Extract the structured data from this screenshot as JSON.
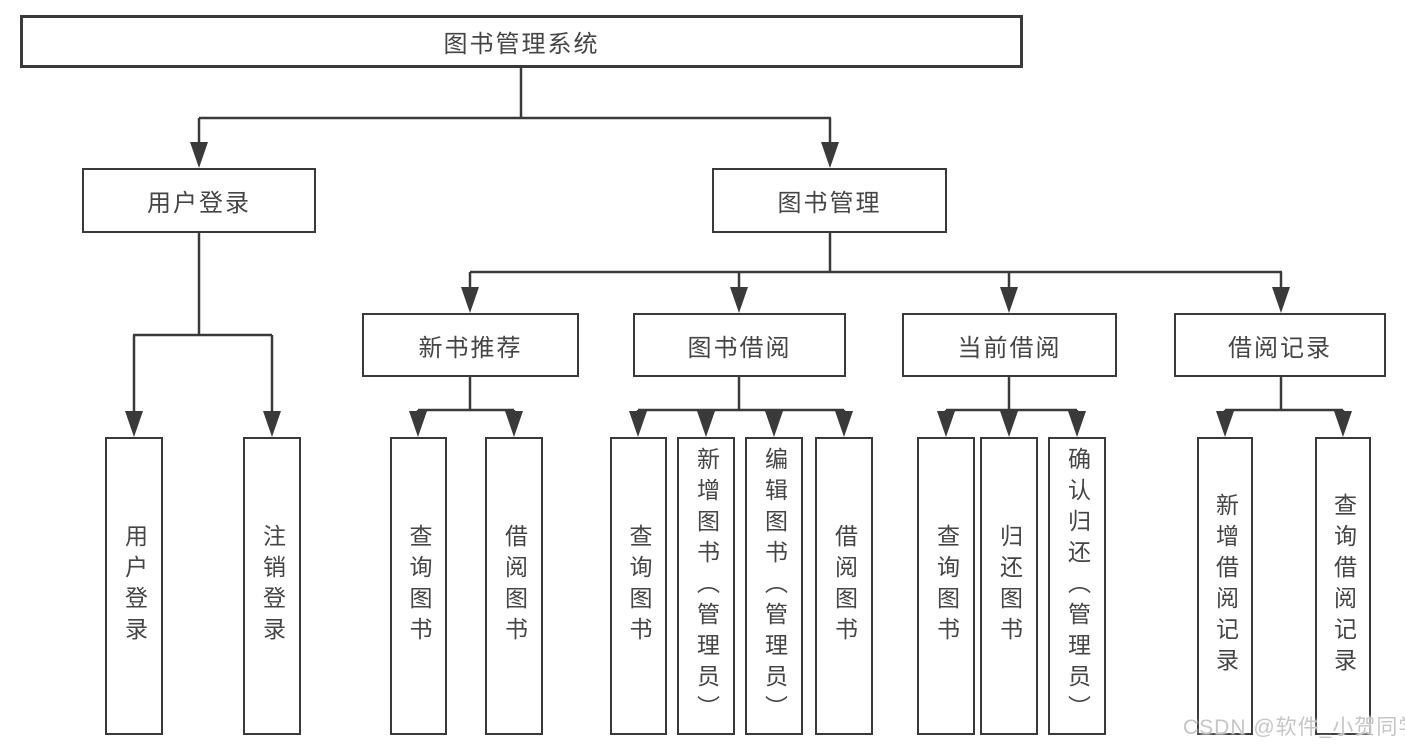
{
  "diagram": {
    "root": {
      "label": "图书管理系统"
    },
    "level2": [
      {
        "label": "用户登录",
        "parent": "图书管理系统"
      },
      {
        "label": "图书管理",
        "parent": "图书管理系统"
      }
    ],
    "level3": [
      {
        "label": "新书推荐",
        "parent": "图书管理"
      },
      {
        "label": "图书借阅",
        "parent": "图书管理"
      },
      {
        "label": "当前借阅",
        "parent": "图书管理"
      },
      {
        "label": "借阅记录",
        "parent": "图书管理"
      }
    ],
    "leaves": [
      {
        "label": "用户登录",
        "parent": "用户登录"
      },
      {
        "label": "注销登录",
        "parent": "用户登录"
      },
      {
        "label": "查询图书",
        "parent": "新书推荐"
      },
      {
        "label": "借阅图书",
        "parent": "新书推荐"
      },
      {
        "label": "查询图书",
        "parent": "图书借阅"
      },
      {
        "label": "新增图书（管理员）",
        "parent": "图书借阅"
      },
      {
        "label": "编辑图书（管理员）",
        "parent": "图书借阅"
      },
      {
        "label": "借阅图书",
        "parent": "图书借阅"
      },
      {
        "label": "查询图书",
        "parent": "当前借阅"
      },
      {
        "label": "归还图书",
        "parent": "当前借阅"
      },
      {
        "label": "确认归还（管理员）",
        "parent": "当前借阅"
      },
      {
        "label": "新增借阅记录",
        "parent": "借阅记录"
      },
      {
        "label": "查询借阅记录",
        "parent": "借阅记录"
      }
    ]
  },
  "watermark": {
    "text": "CSDN @软件_小贺同学"
  },
  "colors": {
    "line": "#3a3a3a",
    "text": "#454545",
    "box_background": "#ffffff",
    "watermark": "#c6c6c6",
    "page_background": "#ffffff"
  }
}
